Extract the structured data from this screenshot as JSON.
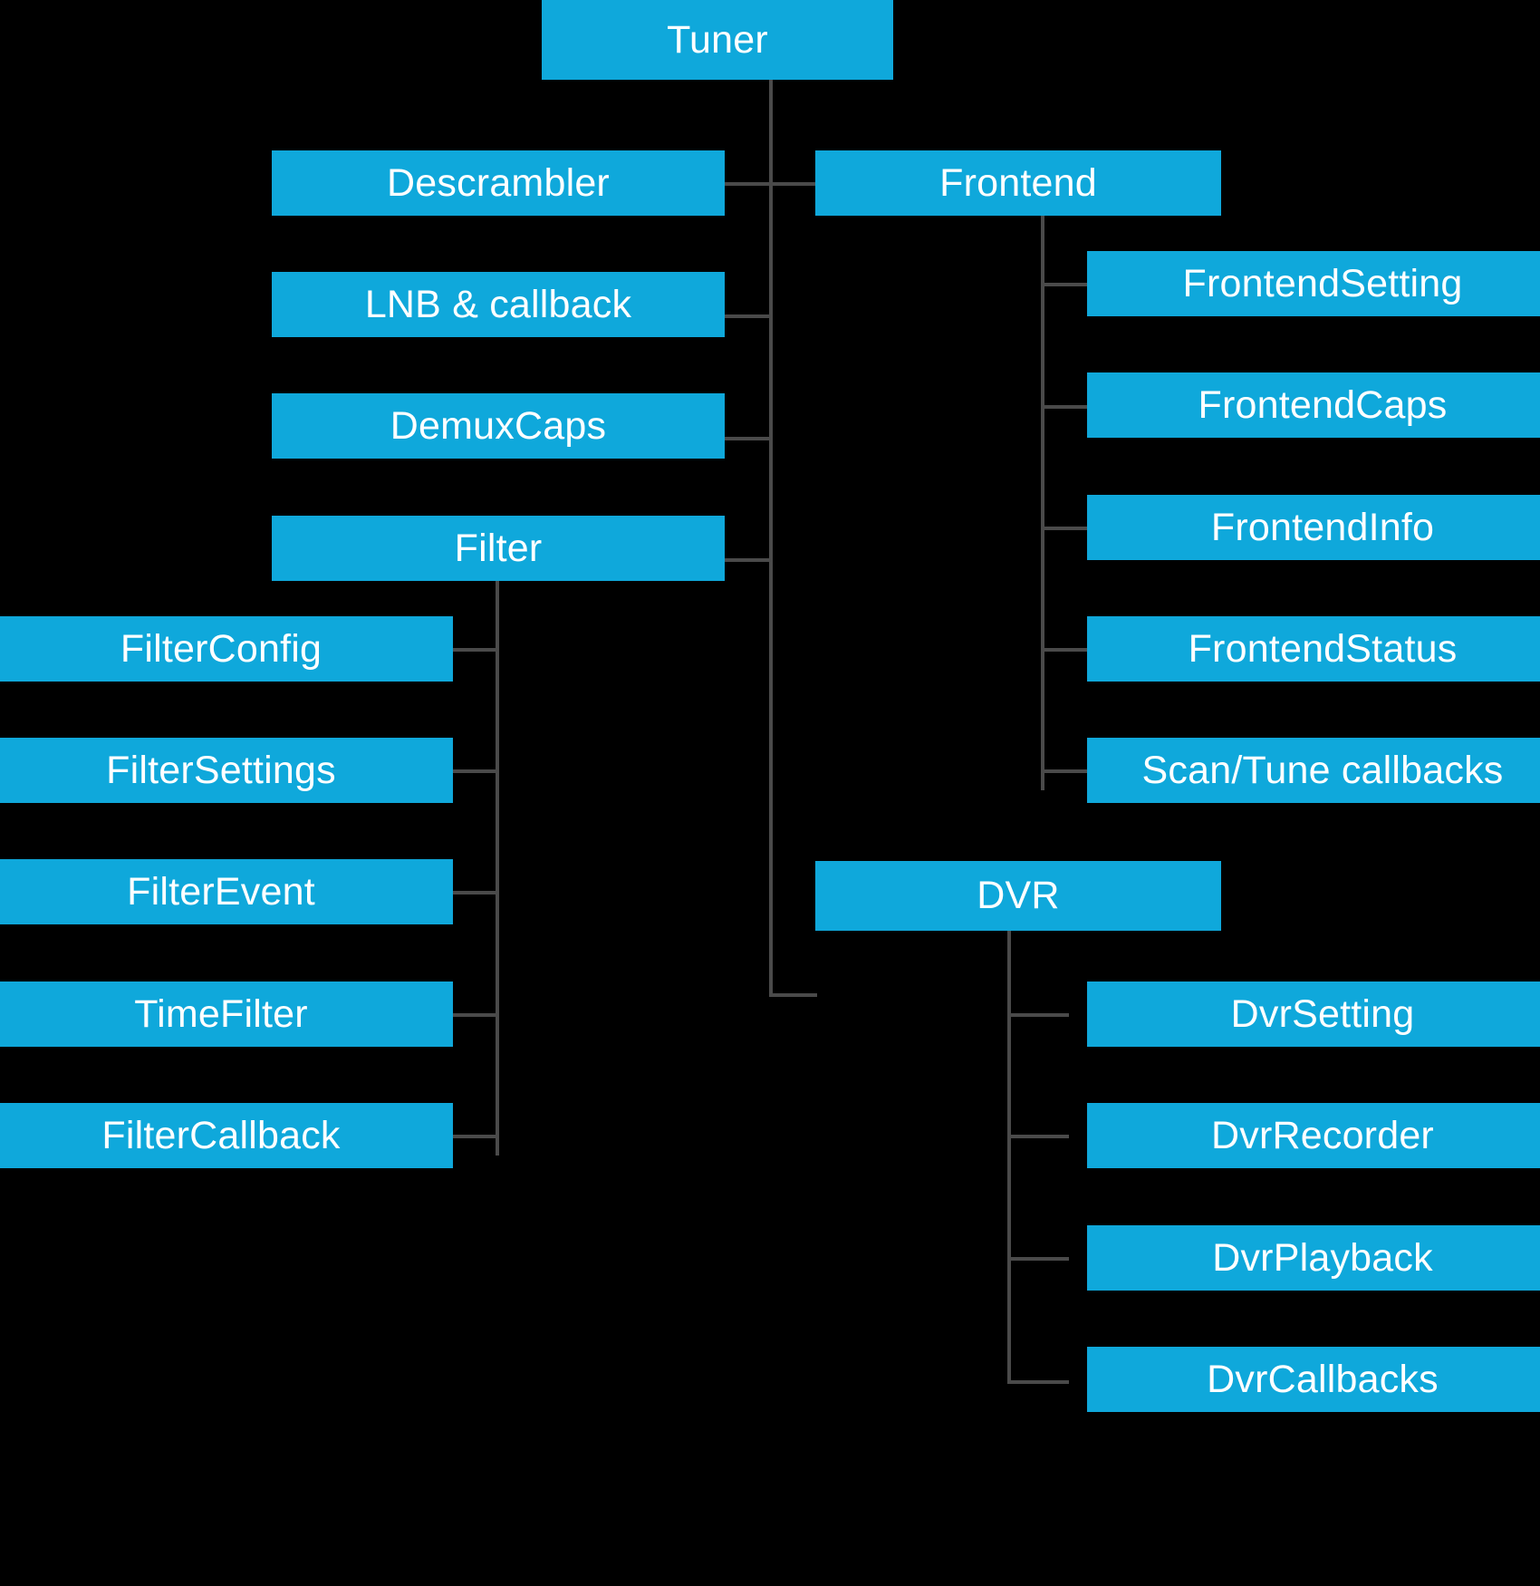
{
  "diagram": {
    "title": "Tuner",
    "type": "hierarchy-tree",
    "background_color": "#000000",
    "node_color": "#0FA8DB",
    "node_text_color": "#FFFFFF",
    "edge_color": "#4a4a4a",
    "nodes": {
      "tuner": "Tuner",
      "descrambler": "Descrambler",
      "lnb_callback": "LNB & callback",
      "demuxcaps": "DemuxCaps",
      "filter": "Filter",
      "frontend": "Frontend",
      "frontend_setting": "FrontendSetting",
      "frontend_caps": "FrontendCaps",
      "frontend_info": "FrontendInfo",
      "frontend_status": "FrontendStatus",
      "scan_tune_callbacks": "Scan/Tune callbacks",
      "filter_config": "FilterConfig",
      "filter_settings": "FilterSettings",
      "filter_event": "FilterEvent",
      "time_filter": "TimeFilter",
      "filter_callback": "FilterCallback",
      "dvr": "DVR",
      "dvr_setting": "DvrSetting",
      "dvr_recorder": "DvrRecorder",
      "dvr_playback": "DvrPlayback",
      "dvr_callbacks": "DvrCallbacks"
    },
    "tree": [
      {
        "label": "Tuner",
        "children": [
          {
            "label": "Descrambler",
            "children": []
          },
          {
            "label": "LNB & callback",
            "children": []
          },
          {
            "label": "DemuxCaps",
            "children": []
          },
          {
            "label": "Filter",
            "children": [
              {
                "label": "FilterConfig"
              },
              {
                "label": "FilterSettings"
              },
              {
                "label": "FilterEvent"
              },
              {
                "label": "TimeFilter"
              },
              {
                "label": "FilterCallback"
              }
            ]
          },
          {
            "label": "Frontend",
            "children": [
              {
                "label": "FrontendSetting"
              },
              {
                "label": "FrontendCaps"
              },
              {
                "label": "FrontendInfo"
              },
              {
                "label": "FrontendStatus"
              },
              {
                "label": "Scan/Tune callbacks"
              }
            ]
          },
          {
            "label": "DVR",
            "children": [
              {
                "label": "DvrSetting"
              },
              {
                "label": "DvrRecorder"
              },
              {
                "label": "DvrPlayback"
              },
              {
                "label": "DvrCallbacks"
              }
            ]
          }
        ]
      }
    ]
  }
}
